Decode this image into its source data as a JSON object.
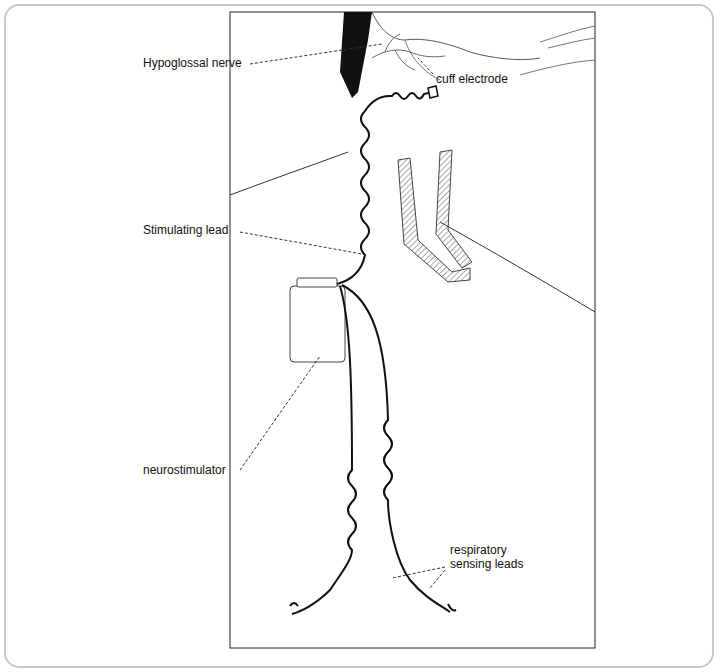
{
  "diagram": {
    "labels": [
      "Hypoglossal nerve",
      "cuff electrode",
      "Stimulating lead",
      "neurostimulator",
      "respiratory sensing leads"
    ]
  }
}
